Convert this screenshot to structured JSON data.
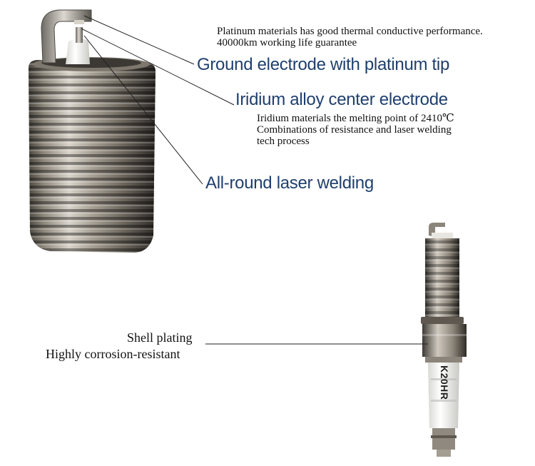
{
  "callouts": {
    "ground": {
      "note_line1": "Platinum materials has good thermal conductive performance.",
      "note_line2": "40000km working life guarantee",
      "heading": "Ground electrode with platinum tip"
    },
    "iridium": {
      "heading": "Iridium alloy center electrode",
      "note_line1": "Iridium materials the melting point of 2410℃",
      "note_line2": "Combinations of resistance and laser welding",
      "note_line3": "tech process"
    },
    "welding": {
      "heading": "All-round laser welding"
    },
    "shell": {
      "line1": "Shell plating",
      "line2": "Highly corrosion-resistant"
    }
  },
  "product": {
    "insulator_marking": "K20HR"
  },
  "colors": {
    "heading": "#1f3f6e",
    "text": "#111111",
    "leader_line": "#222222",
    "metal": "#9a948c",
    "insulator": "#f2f2ef"
  }
}
